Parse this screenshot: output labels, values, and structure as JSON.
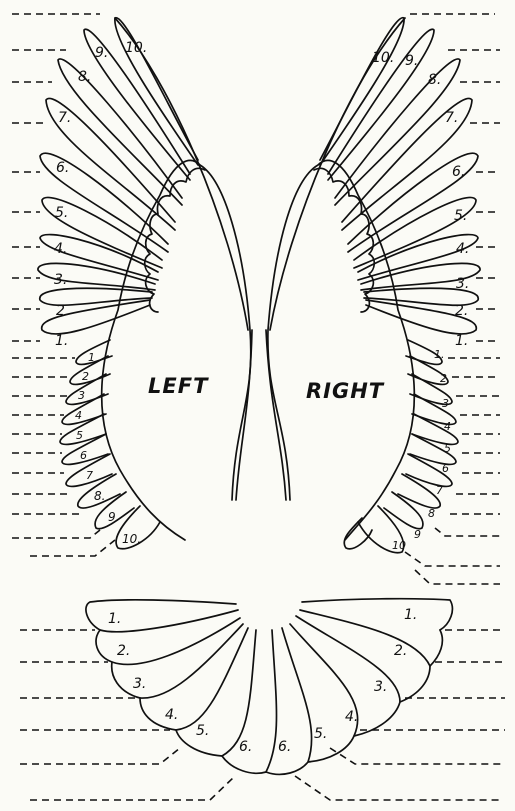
{
  "left_wing": {
    "name": "LEFT",
    "primaries": [
      "1.",
      "2",
      "3.",
      "4.",
      "5.",
      "6.",
      "7.",
      "8.",
      "9.",
      "10."
    ],
    "secondaries": [
      "1",
      "2",
      "3",
      "4",
      "5",
      "6",
      "7",
      "8.",
      "9.",
      "10."
    ]
  },
  "right_wing": {
    "name": "RIGHT",
    "primaries": [
      "1.",
      "2.",
      "3.",
      "4.",
      "5.",
      "6.",
      "7.",
      "8.",
      "9.",
      "10."
    ],
    "secondaries": [
      "1.",
      "2",
      "3",
      "4",
      "5",
      "6",
      "7",
      "8",
      "9",
      "10"
    ]
  },
  "tail": {
    "left_feathers": [
      "1.",
      "2.",
      "3.",
      "4.",
      "5.",
      "6."
    ],
    "right_feathers": [
      "1.",
      "2.",
      "3.",
      "4.",
      "5.",
      "6."
    ]
  }
}
